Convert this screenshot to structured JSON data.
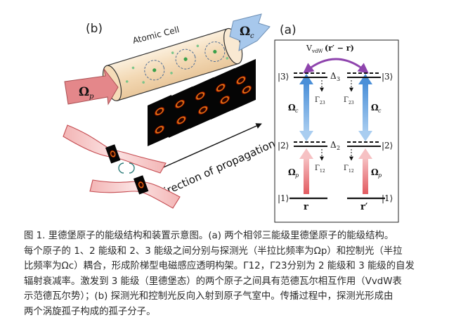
{
  "figure": {
    "panel_a_label": "(a)",
    "panel_b_label": "(b)",
    "atomic_cell_label": "Atomic Cell",
    "omega_c_symbol": "Ω",
    "omega_c_sub": "c",
    "omega_p_symbol": "Ω",
    "omega_p_sub": "p",
    "direction_label": "Direction of propagation",
    "levels": {
      "vdw_label": "V",
      "vdw_sub": "vdW",
      "vdw_arg": "(r′ − r)",
      "state3_left": "|3⟩",
      "state3_right": "|3⟩",
      "state2_left": "|2⟩",
      "state2_right": "|2⟩",
      "state1_left": "|1⟩",
      "state1_right": "|1⟩",
      "delta3": "Δ",
      "delta3_sub": "3",
      "delta2": "Δ",
      "delta2_sub": "2",
      "gamma23_left": "Γ",
      "gamma23_left_sub": "23",
      "gamma23_right": "Γ",
      "gamma23_right_sub": "23",
      "gamma12_left": "Γ",
      "gamma12_left_sub": "12",
      "gamma12_right": "Γ",
      "gamma12_right_sub": "12",
      "omega_c_left": "Ω",
      "omega_c_left_sub": "c",
      "omega_c_right": "Ω",
      "omega_c_right_sub": "c",
      "omega_p_left": "Ω",
      "omega_p_left_sub": "p",
      "omega_p_right": "Ω",
      "omega_p_right_sub": "p",
      "atom_left": "r",
      "atom_right": "r′"
    },
    "colors": {
      "control_blue": "#5b9bd5",
      "probe_red": "#e8767a",
      "vdw_purple": "#8e44ad",
      "cell_fill": "#f6e3c8"
    }
  },
  "caption": {
    "line1": "图 1. 里德堡原子的能级结构和装置示意图。(a) 两个相邻三能级里德堡原子的能级结构。",
    "line2": "每个原子的 1、2 能级和 2、3 能级之间分别与探测光（半拉比频率为Ωp）和控制光（半拉",
    "line3": "比频率为Ωc）耦合，形成阶梯型电磁感应透明构架。Γ12，Γ23分别为 2 能级和 3 能级的自发",
    "line4": "辐射衰减率。激发到 3 能级（里德堡态）的两个原子之间具有范德瓦尔相互作用（VvdW表",
    "line5": "示范德瓦尔势）；(b) 探测光和控制光反向入射到原子气室中。传播过程中，探测光形成由",
    "line6": "两个涡旋孤子构成的孤子分子。"
  }
}
